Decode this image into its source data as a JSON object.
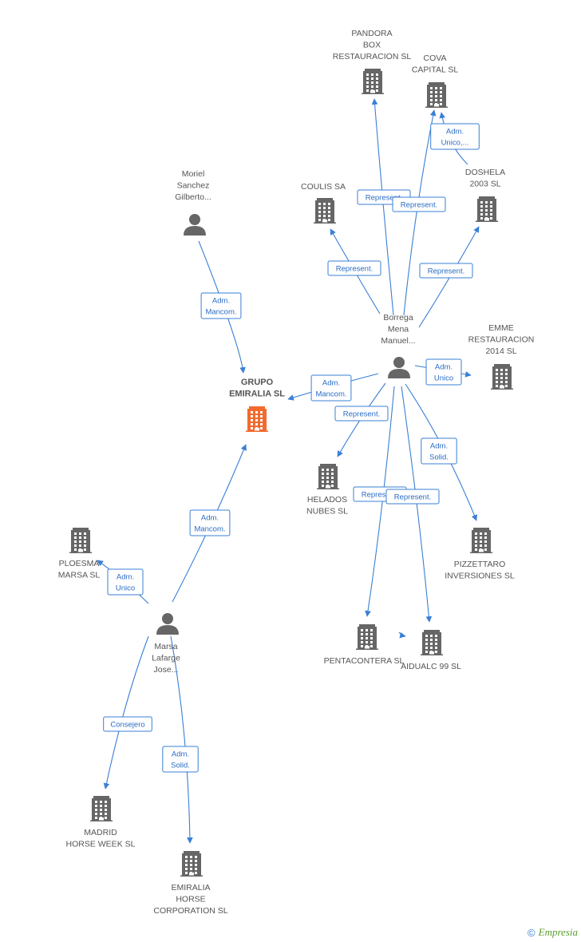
{
  "colors": {
    "edge": "#3a7fd5",
    "edge_text": "#2a6cc4",
    "node_gray": "#666666",
    "focus_orange": "#f26a2e",
    "label": "#555555"
  },
  "footer": {
    "copyright": "©",
    "brand": "Empresia"
  },
  "diagram": {
    "nodes": [
      {
        "id": "grupo",
        "kind": "company",
        "focus": true,
        "lines": [
          "GRUPO",
          "EMIRALIA  SL"
        ]
      },
      {
        "id": "moriel",
        "kind": "person",
        "lines": [
          "Moriel",
          "Sanchez",
          "Gilberto..."
        ]
      },
      {
        "id": "borrega",
        "kind": "person",
        "lines": [
          "Borrega",
          "Mena",
          "Manuel..."
        ]
      },
      {
        "id": "marsa",
        "kind": "person",
        "lines": [
          "Marsa",
          "Lafarge",
          "Jose..."
        ]
      },
      {
        "id": "pandora",
        "kind": "company",
        "lines": [
          "PANDORA",
          "BOX",
          "RESTAURACION SL"
        ]
      },
      {
        "id": "cova",
        "kind": "company",
        "lines": [
          "COVA",
          "CAPITAL SL"
        ]
      },
      {
        "id": "coulis",
        "kind": "company",
        "lines": [
          "COULIS SA"
        ]
      },
      {
        "id": "doshela",
        "kind": "company",
        "lines": [
          "DOSHELA",
          "2003 SL"
        ]
      },
      {
        "id": "emme",
        "kind": "company",
        "lines": [
          "EMME",
          "RESTAURACION",
          "2014  SL"
        ]
      },
      {
        "id": "helados",
        "kind": "company",
        "lines": [
          "HELADOS",
          "NUBES SL"
        ]
      },
      {
        "id": "pizzettaro",
        "kind": "company",
        "lines": [
          "PIZZETTARO",
          "INVERSIONES SL"
        ]
      },
      {
        "id": "pentacontera",
        "kind": "company",
        "lines": [
          "PENTACONTERA SL"
        ]
      },
      {
        "id": "aidualc",
        "kind": "company",
        "lines": [
          "AIDUALC 99 SL"
        ]
      },
      {
        "id": "ploesma",
        "kind": "company",
        "lines": [
          "PLOESMA",
          "MARSA SL"
        ]
      },
      {
        "id": "madrid",
        "kind": "company",
        "lines": [
          "MADRID",
          "HORSE WEEK SL"
        ]
      },
      {
        "id": "emiralia_horse",
        "kind": "company",
        "lines": [
          "EMIRALIA",
          "HORSE",
          "CORPORATION SL"
        ]
      }
    ],
    "edges": [
      {
        "from": "moriel",
        "to": "grupo",
        "label": [
          "Adm.",
          "Mancom."
        ]
      },
      {
        "from": "borrega",
        "to": "grupo",
        "label": [
          "Adm.",
          "Mancom."
        ]
      },
      {
        "from": "marsa",
        "to": "grupo",
        "label": [
          "Adm.",
          "Mancom."
        ]
      },
      {
        "from": "borrega",
        "to": "pandora",
        "label": [
          "Represent."
        ]
      },
      {
        "from": "borrega",
        "to": "cova",
        "label": [
          "Represent."
        ]
      },
      {
        "from": "doshela",
        "to": "cova",
        "label": [
          "Adm.",
          "Unico,..."
        ]
      },
      {
        "from": "borrega",
        "to": "coulis",
        "label": [
          "Represent."
        ]
      },
      {
        "from": "borrega",
        "to": "doshela",
        "label": [
          "Represent."
        ]
      },
      {
        "from": "borrega",
        "to": "emme",
        "label": [
          "Adm.",
          "Unico"
        ]
      },
      {
        "from": "borrega",
        "to": "helados",
        "label": [
          "Represent."
        ]
      },
      {
        "from": "borrega",
        "to": "pizzettaro",
        "label": [
          "Adm.",
          "Solid."
        ]
      },
      {
        "from": "borrega",
        "to": "pentacontera",
        "label": [
          "Represent."
        ]
      },
      {
        "from": "borrega",
        "to": "aidualc",
        "label": [
          "Represent."
        ]
      },
      {
        "from": "pentacontera",
        "to": "aidualc",
        "label": []
      },
      {
        "from": "marsa",
        "to": "ploesma",
        "label": [
          "Adm.",
          "Unico"
        ]
      },
      {
        "from": "marsa",
        "to": "madrid",
        "label": [
          "Consejero"
        ]
      },
      {
        "from": "marsa",
        "to": "emiralia_horse",
        "label": [
          "Adm.",
          "Solid."
        ]
      }
    ]
  }
}
